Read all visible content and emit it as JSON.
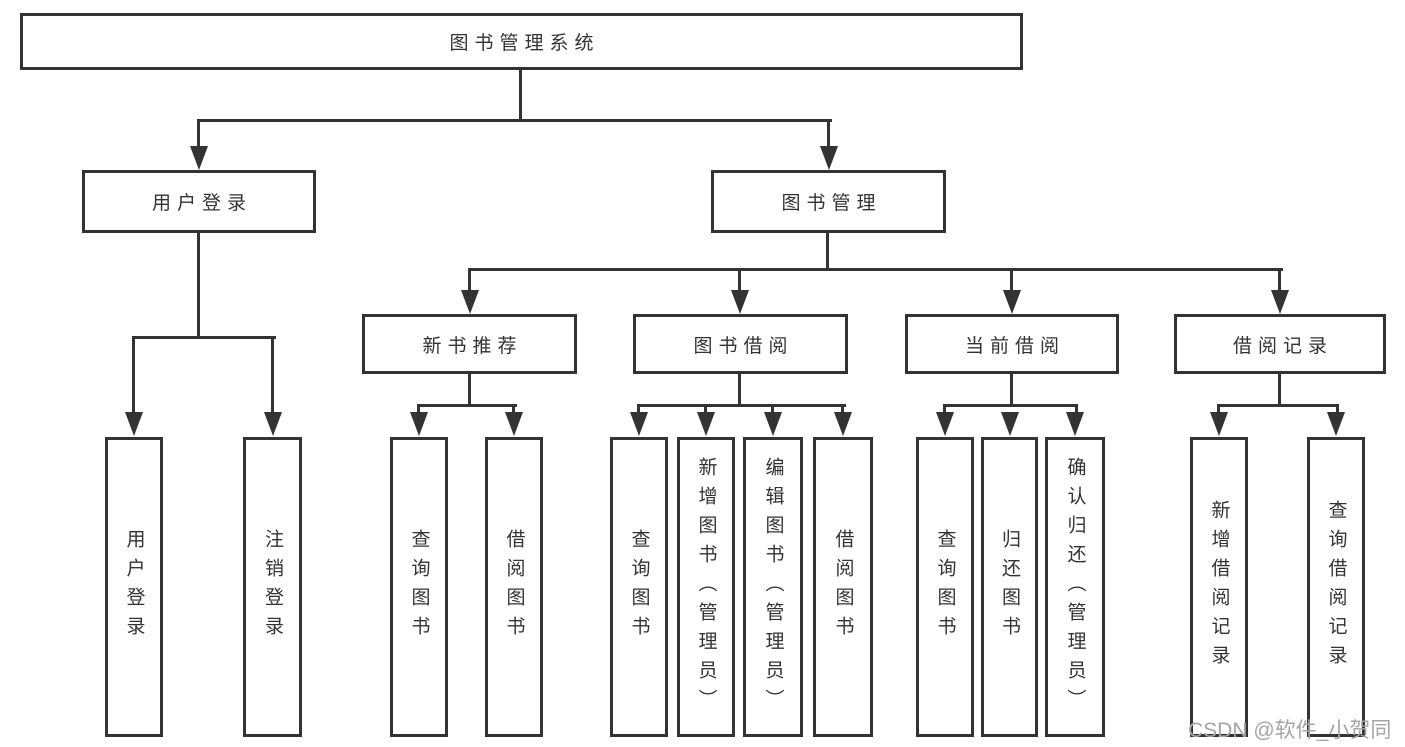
{
  "diagram": {
    "title": "图书管理系统",
    "level2": {
      "user_login": "用户登录",
      "book_mgmt": "图书管理"
    },
    "level3": {
      "new_book": "新书推荐",
      "borrow": "图书借阅",
      "current": "当前借阅",
      "records": "借阅记录"
    },
    "leaves": {
      "user_login": [
        "用户登录",
        "注销登录"
      ],
      "new_book": [
        "查询图书",
        "借阅图书"
      ],
      "borrow": [
        "查询图书",
        "新增图书（管理员）",
        "编辑图书（管理员）",
        "借阅图书"
      ],
      "current": [
        "查询图书",
        "归还图书",
        "确认归还（管理员）"
      ],
      "records": [
        "新增借阅记录",
        "查询借阅记录"
      ]
    },
    "watermark": "CSDN @软件_小贺同学",
    "colors": {
      "line": "#333333",
      "background": "#ffffff",
      "watermark": "#a5a5a5"
    }
  }
}
